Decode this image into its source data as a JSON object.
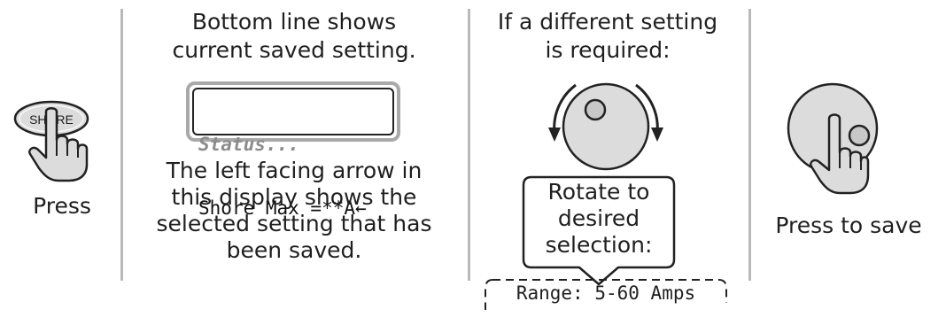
{
  "step1": {
    "button_label": "SHORE",
    "caption": "Press"
  },
  "step2": {
    "heading_line1": "Bottom line shows",
    "heading_line2": "current saved setting.",
    "display_status": "Status...",
    "display_value": "Shore Max =**A",
    "display_arrow": "←",
    "desc_line1": "The left facing arrow in",
    "desc_line2": "this display shows the",
    "desc_line3": "selected setting that has",
    "desc_line4": "been saved."
  },
  "step3": {
    "heading_line1": "If a different setting",
    "heading_line2": "is required:",
    "callout_line1": "Rotate to",
    "callout_line2": "desired",
    "callout_line3": "selection:",
    "range": "Range: 5-60 Amps"
  },
  "step4": {
    "caption": "Press to save"
  },
  "colors": {
    "knob_fill": "#dcdcdc",
    "divider": "#b9b9b9",
    "lcd_status": "#8c8c8c"
  }
}
